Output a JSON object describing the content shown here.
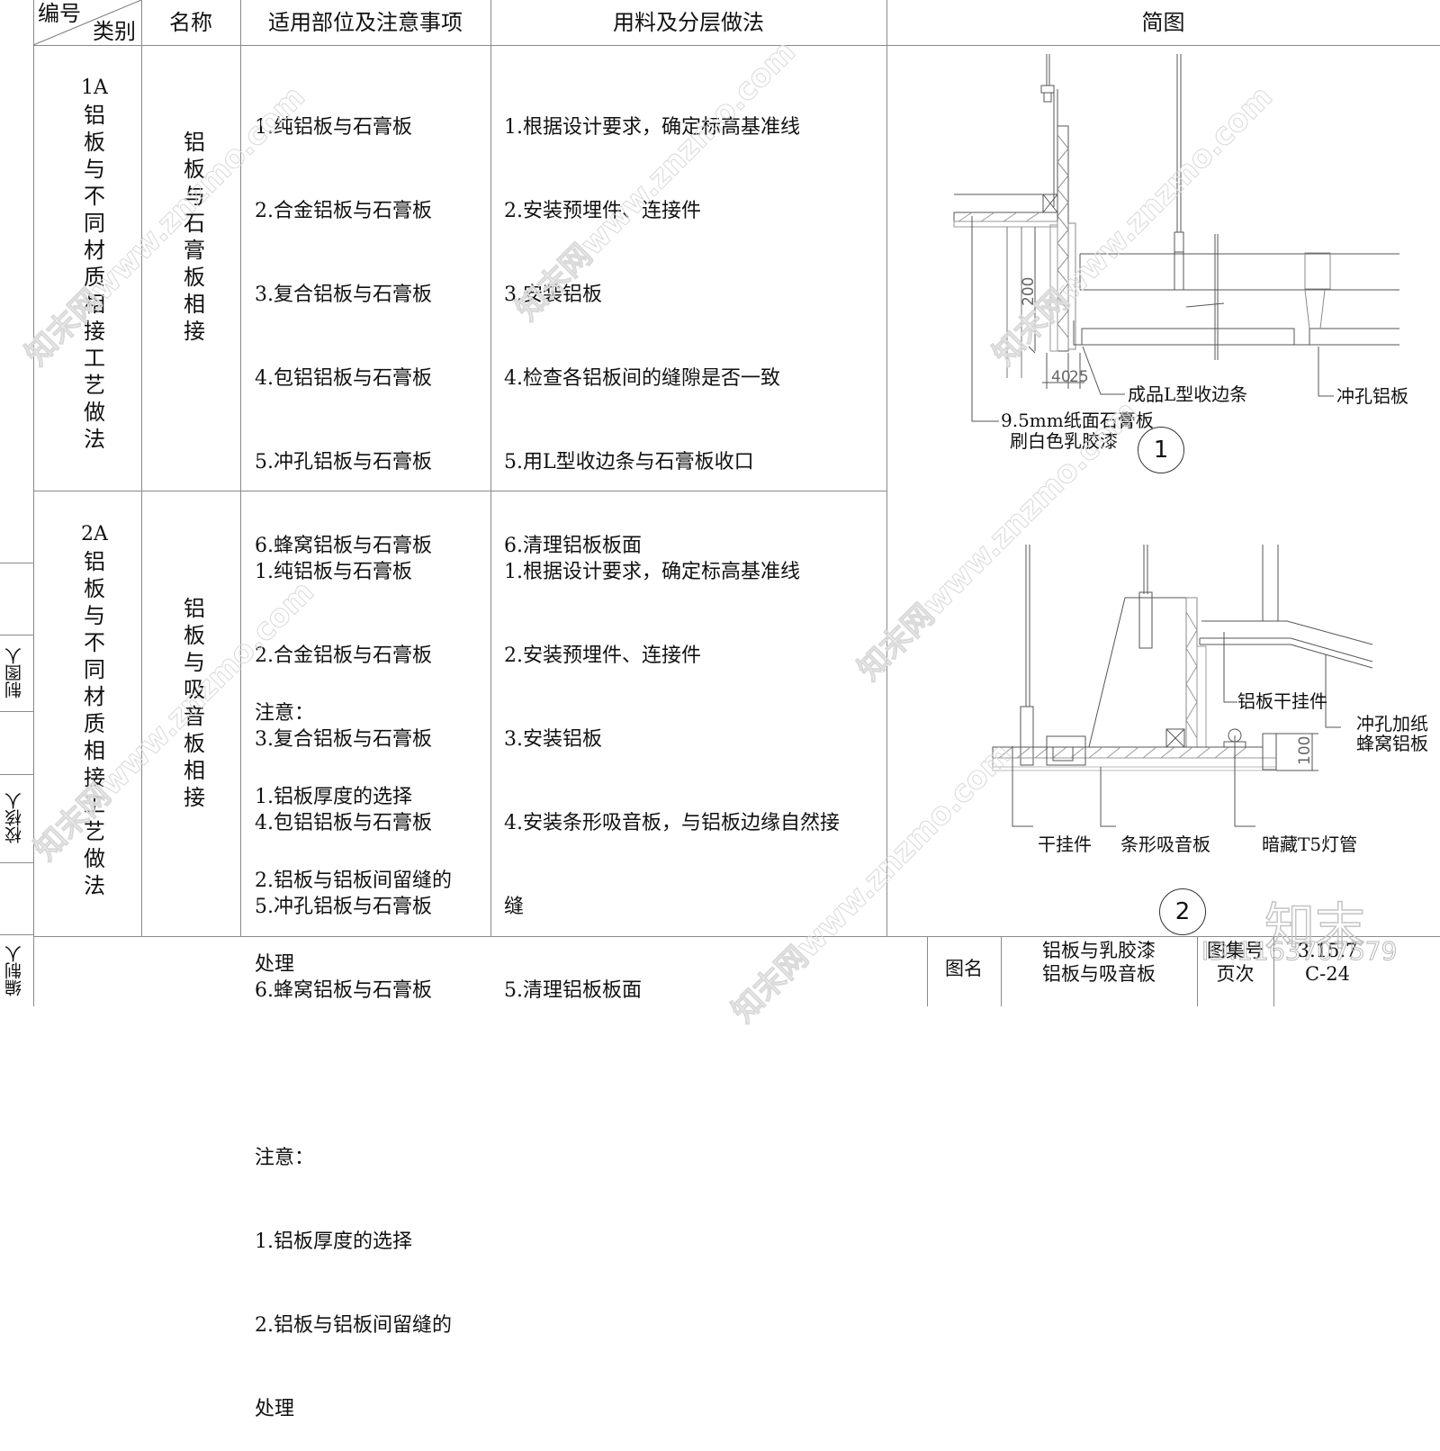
{
  "header": {
    "number_label": "编号",
    "category_label": "类别",
    "name_label": "名称",
    "scope_label": "适用部位及注意事项",
    "method_label": "用料及分层做法",
    "diagram_label": "简图"
  },
  "side_labels": {
    "drafter": "制图人",
    "checker": "校核人",
    "compiler": "编制人"
  },
  "rows": [
    {
      "code": "1A",
      "category_chars": [
        "铝",
        "板",
        "与",
        "不",
        "同",
        "材",
        "质",
        "相",
        "接",
        "工",
        "艺",
        "做",
        "法"
      ],
      "name_chars": [
        "铝",
        "板",
        "与",
        "石",
        "膏",
        "板",
        "相",
        "接"
      ],
      "scope": [
        "1.纯铝板与石膏板",
        "2.合金铝板与石膏板",
        "3.复合铝板与石膏板",
        "4.包铝铝板与石膏板",
        "5.冲孔铝板与石膏板",
        "6.蜂窝铝板与石膏板",
        "",
        "注意：",
        "1.铝板厚度的选择",
        "2.铝板与铝板间留缝的",
        "处理"
      ],
      "method": [
        "1.根据设计要求，确定标高基准线",
        "2.安装预埋件、连接件",
        "3.安装铝板",
        "4.检查各铝板间的缝隙是否一致",
        "5.用L型收边条与石膏板收口",
        "6.清理铝板板面"
      ],
      "diagram": {
        "number": "1",
        "dim_height": "200",
        "dim_a": "40",
        "dim_b": "25",
        "label_trim": "成品L型收边条",
        "label_perforated": "冲孔铝板",
        "label_gypsum_1": "9.5mm纸面石膏板",
        "label_gypsum_2": "刷白色乳胶漆"
      }
    },
    {
      "code": "2A",
      "category_chars": [
        "铝",
        "板",
        "与",
        "不",
        "同",
        "材",
        "质",
        "相",
        "接",
        "工",
        "艺",
        "做",
        "法"
      ],
      "name_chars": [
        "铝",
        "板",
        "与",
        "吸",
        "音",
        "板",
        "相",
        "接"
      ],
      "scope": [
        "1.纯铝板与石膏板",
        "2.合金铝板与石膏板",
        "3.复合铝板与石膏板",
        "4.包铝铝板与石膏板",
        "5.冲孔铝板与石膏板",
        "6.蜂窝铝板与石膏板",
        "",
        "注意：",
        "1.铝板厚度的选择",
        "2.铝板与铝板间留缝的",
        "处理"
      ],
      "method": [
        "1.根据设计要求，确定标高基准线",
        "2.安装预埋件、连接件",
        "3.安装铝板",
        "4.安装条形吸音板，与铝板边缘自然接",
        "缝",
        "5.清理铝板板面"
      ],
      "diagram": {
        "number": "2",
        "dim_height": "100",
        "label_hanger": "铝板干挂件",
        "label_honeycomb_1": "冲孔加纸",
        "label_honeycomb_2": "蜂窝铝板",
        "label_clip": "干挂件",
        "label_strip": "条形吸音板",
        "label_lamp": "暗藏T5灯管"
      }
    }
  ],
  "title_block": {
    "drawing_name_label": "图名",
    "drawing_name_1": "铝板与乳胶漆",
    "drawing_name_2": "铝板与吸音板",
    "atlas_label": "图集号",
    "atlas_value": "3.15.7",
    "page_label": "页次",
    "page_value": "C-24"
  },
  "watermark": {
    "brand": "知末",
    "site": "知末网www.znzmo.com",
    "id": "ID:1163707579"
  }
}
